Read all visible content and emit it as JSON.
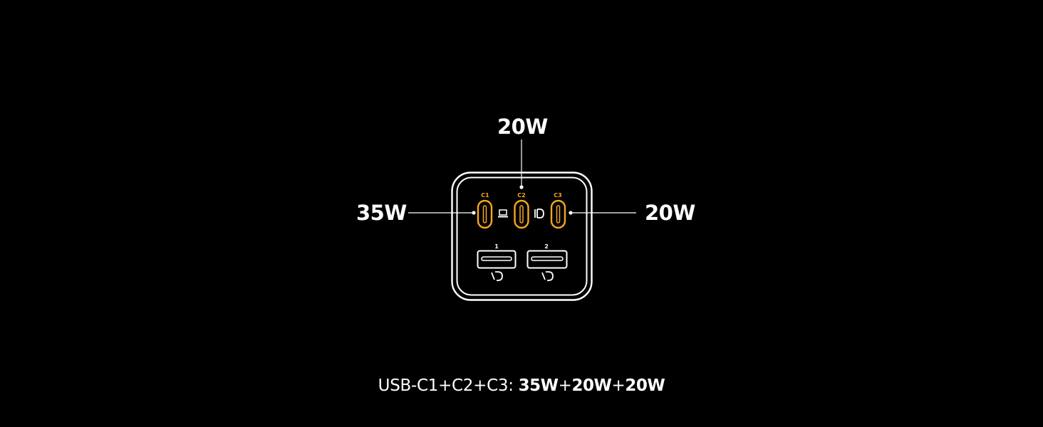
{
  "callouts": {
    "left": "35W",
    "top": "20W",
    "right": "20W"
  },
  "ports": {
    "usb_c": [
      {
        "label": "C1",
        "color": "#f5a623"
      },
      {
        "label": "C2",
        "color": "#f5a623"
      },
      {
        "label": "C3",
        "color": "#f5a623"
      }
    ],
    "usb_a": [
      {
        "label": "1"
      },
      {
        "label": "2"
      }
    ],
    "icons": [
      "laptop-icon",
      "power-delivery-icon",
      "fast-charge-icon"
    ]
  },
  "caption": {
    "prefix": "USB-C1+C2+C3: ",
    "w1": "35W",
    "plus1": "+",
    "w2": "20W",
    "plus2": "+",
    "w3": "20W"
  },
  "colors": {
    "background": "#000000",
    "outline": "#ffffff",
    "accent": "#f5a623"
  }
}
